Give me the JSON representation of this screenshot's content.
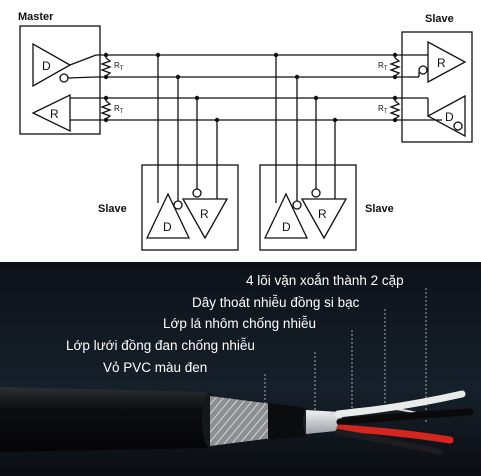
{
  "diagram": {
    "master_label": "Master",
    "slave_labels": [
      "Slave",
      "Slave",
      "Slave"
    ],
    "driver_letter": "D",
    "receiver_letter": "R",
    "terminator_label": "R",
    "terminator_subscript": "T"
  },
  "cable": {
    "annotations": [
      "4 lõi vặn xoắn thành 2 cặp",
      "Dây thoát nhiễu đồng si bạc",
      "Lớp lá nhôm chống nhiễu",
      "Lớp lưới đồng đan chống nhiễu",
      "Vỏ PVC màu đen"
    ]
  }
}
